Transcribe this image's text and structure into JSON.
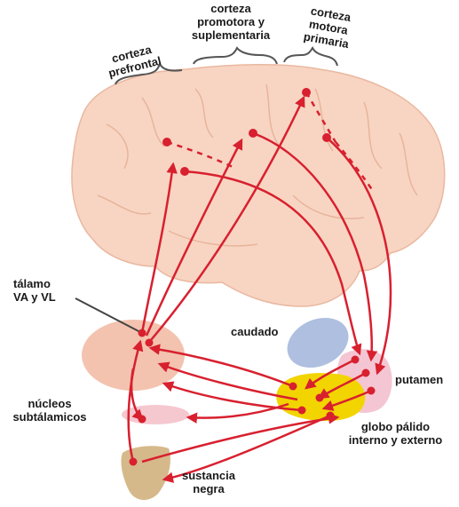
{
  "colors": {
    "brain_fill": "#f8d5c2",
    "brain_stroke": "#e9b8a0",
    "pathway": "#d8202f",
    "caudate": "#aebfe0",
    "putamen": "#f4c6d3",
    "globus_pallidus": "#f2d400",
    "thalamus": "#f2bca6",
    "substantia_nigra": "#d6b98a",
    "subthalamic": "#f5c8cf"
  },
  "labels": {
    "prefrontal": [
      "corteza",
      "prefrontal"
    ],
    "premotor": [
      "corteza",
      "promotora y",
      "suplementaria"
    ],
    "motor": [
      "corteza",
      "motora",
      "primaria"
    ],
    "thalamus": [
      "tálamo",
      "VA y VL"
    ],
    "caudate": [
      "caudado"
    ],
    "putamen": [
      "putamen"
    ],
    "subthalamic": [
      "núcleos",
      "subtálamicos"
    ],
    "globus": [
      "globo pálido",
      "interno y externo"
    ],
    "nigra": [
      "sustancia",
      "negra"
    ]
  }
}
